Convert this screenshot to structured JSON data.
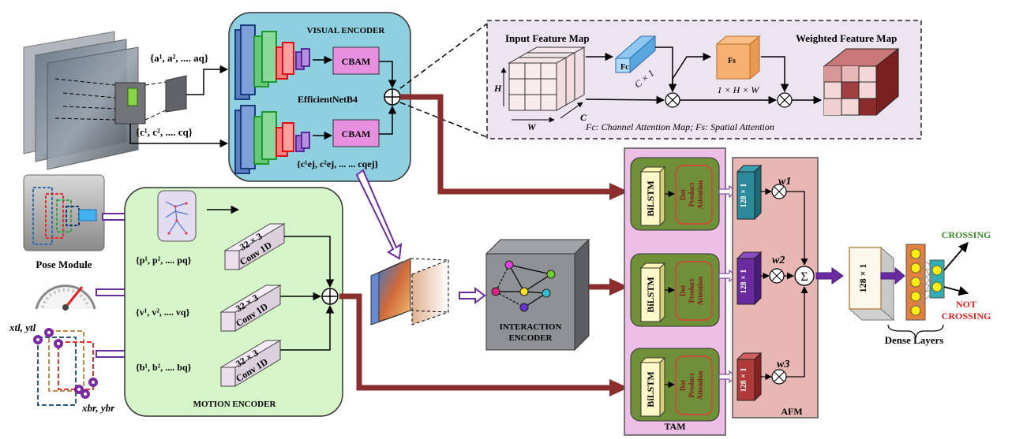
{
  "visual_encoder": {
    "title": "VISUAL ENCODER",
    "backbone": "EfficientNetB4",
    "cbam_top": "CBAM",
    "cbam_bottom": "CBAM",
    "seq_a": "{a¹, a², .... aq}",
    "seq_c": "{c¹, c², .... cq}",
    "seq_cej": "{c¹ej, c²ej, ... ... cqej}"
  },
  "cbam_detail": {
    "input_title": "Input Feature Map",
    "output_title": "Weighted Feature Map",
    "h": "H",
    "w": "W",
    "c": "C",
    "fc": "Fc",
    "fc_dim": "C × 1",
    "fs": "Fs",
    "fs_dim": "1 × H × W",
    "caption": "Fc: Channel Attention Map;   Fs: Spatial Attention"
  },
  "pose": {
    "module_label": "Pose Module",
    "seq_p": "{p¹, p², .... pq}",
    "seq_v": "{v¹, v², .... vq}",
    "seq_b": "{b¹, b², .... bq}",
    "tl": "xtl, ytl",
    "br": "xbr, ybr"
  },
  "motion_encoder": {
    "title": "MOTION ENCODER",
    "conv_dim": "32 × 3",
    "conv_name": "Conv 1D"
  },
  "interaction": {
    "label_line1": "INTERACTION",
    "label_line2": "ENCODER"
  },
  "tam": {
    "title": "TAM",
    "bilstm": "BiLSTM",
    "attn_line1": "Dot",
    "attn_line2": "Product",
    "attn_line3": "Attention"
  },
  "afm": {
    "title": "AFM",
    "vec": "128 × 1",
    "w1": "w1",
    "w2": "w2",
    "w3": "w3",
    "sum": "Σ"
  },
  "output": {
    "vec": "128 × 1",
    "dense": "Dense Layers",
    "crossing": "CROSSING",
    "not_line1": "NOT",
    "not_line2": "CROSSING"
  },
  "colors": {
    "visual_bg": "#8ecfe0",
    "motion_bg": "#d6f5c8",
    "tam_bg": "#eebfe6",
    "afm_bg": "#e8b7b4",
    "cbam_box": "#e890e0",
    "arrow_red": "#8b2e2e",
    "arrow_purple": "#6a2aa0",
    "crossing_green": "#3a8a2a",
    "not_crossing_red": "#e02020"
  }
}
